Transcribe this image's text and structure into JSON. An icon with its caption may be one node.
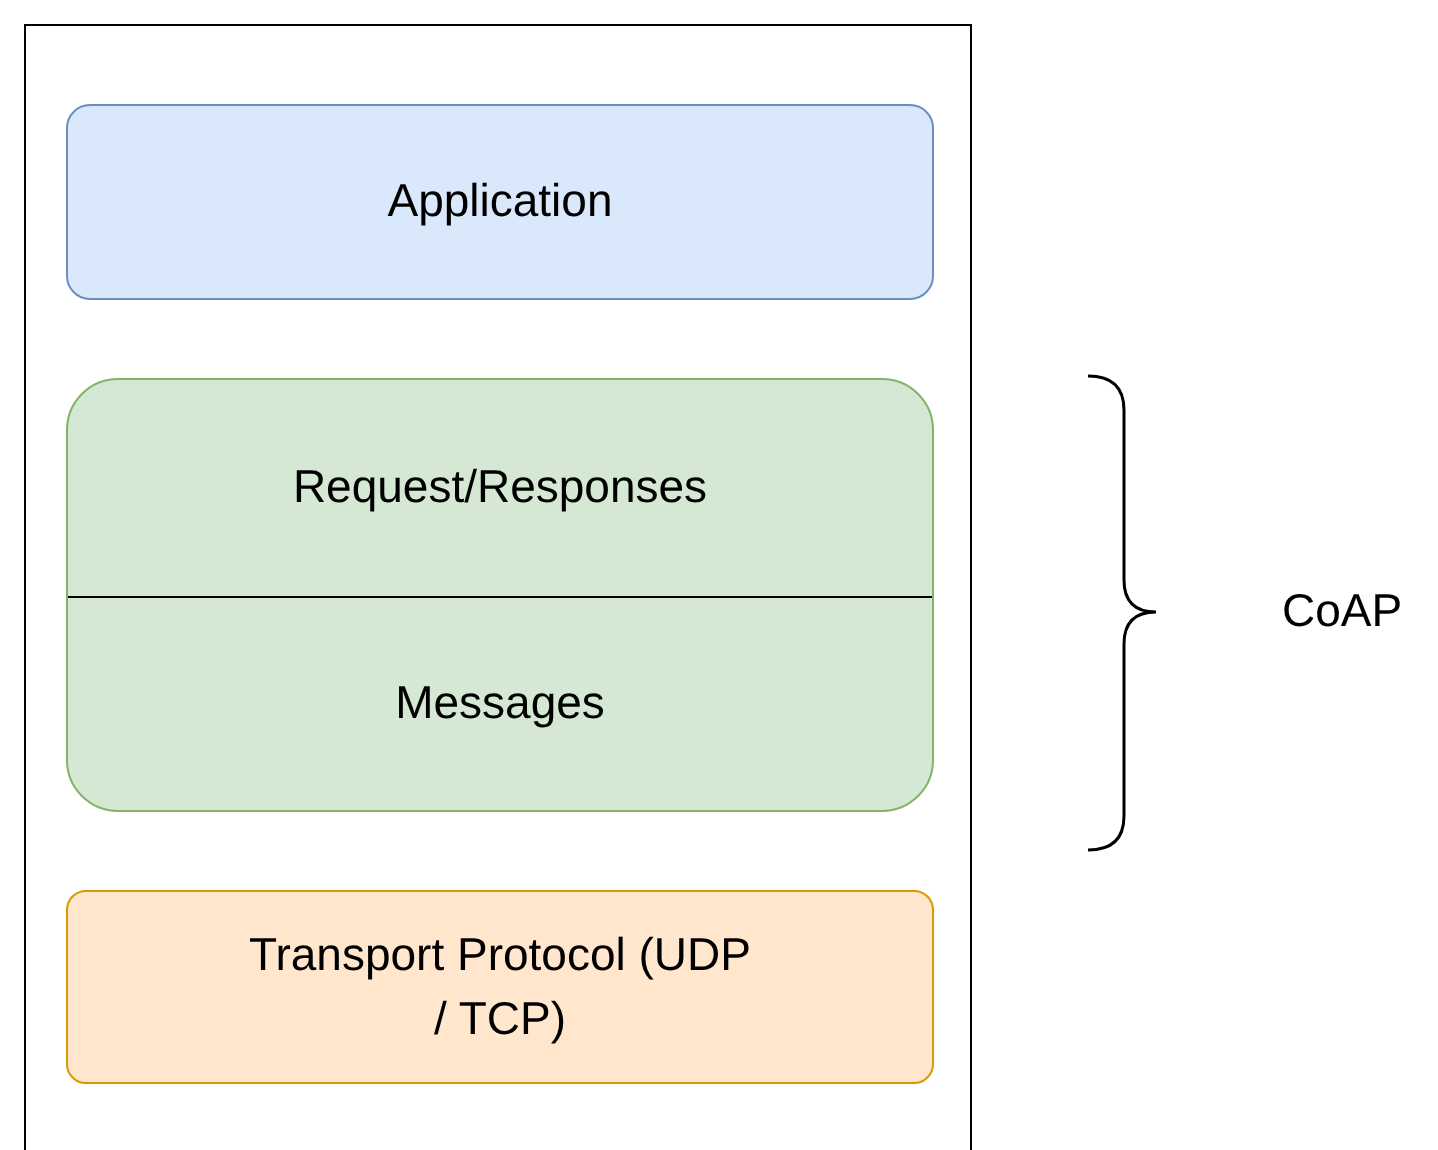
{
  "diagram": {
    "nodes": [
      {
        "text": [],
        "shape": "box"
      },
      {
        "text": [
          "Application"
        ],
        "in": 0
      },
      {
        "text": [
          "Request/Responses",
          "Messages"
        ],
        "in": 0
      },
      {
        "text": [
          "Transport Protocol (UDP / TCP)"
        ],
        "in": 0
      }
    ],
    "labels": [
      "CoAP"
    ]
  }
}
